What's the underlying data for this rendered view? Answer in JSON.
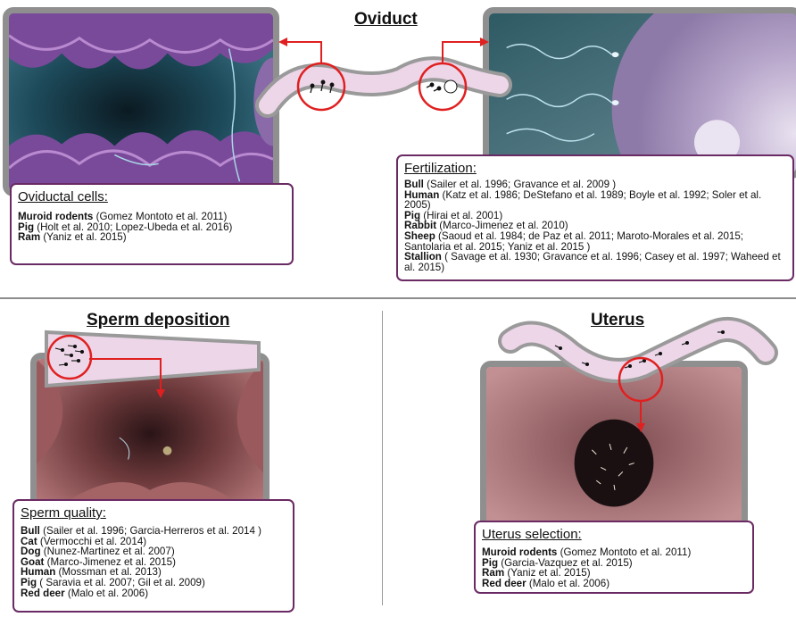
{
  "titles": {
    "oviduct": "Oviduct",
    "sperm_deposition": "Sperm deposition",
    "uterus": "Uterus"
  },
  "boxes": {
    "oviductal_cells": {
      "heading": "Oviductal cells:",
      "entries": [
        {
          "species": "Muroid rodents",
          "refs": " (Gomez Montoto et al. 2011)"
        },
        {
          "species": "Pig",
          "refs": " (Holt et al. 2010; Lopez-Ubeda et al. 2016)"
        },
        {
          "species": "Ram",
          "refs": " (Yaniz et al. 2015)"
        }
      ]
    },
    "fertilization": {
      "heading": "Fertilization:",
      "entries": [
        {
          "species": "Bull",
          "refs": " (Sailer et al. 1996; Gravance et al. 2009 )"
        },
        {
          "species": "Human",
          "refs": " (Katz et al. 1986; DeStefano et al. 1989; Boyle et al. 1992; Soler et al. 2005)"
        },
        {
          "species": "Pig",
          "refs": " (Hirai et al. 2001)"
        },
        {
          "species": "Rabbit",
          "refs": " (Marco-Jimenez et al. 2010)"
        },
        {
          "species": "Sheep",
          "refs": " (Saoud et al. 1984; de Paz et al. 2011; Maroto-Morales et al. 2015; Santolaria et al. 2015; Yaniz et al. 2015 )"
        },
        {
          "species": "Stallion",
          "refs": " ( Savage et al. 1930; Gravance et al. 1996; Casey et al. 1997; Waheed et al. 2015)"
        }
      ]
    },
    "sperm_quality": {
      "heading": "Sperm quality:",
      "entries": [
        {
          "species": "Bull",
          "refs": " (Sailer et al. 1996; Garcia-Herreros et al. 2014 )"
        },
        {
          "species": "Cat",
          "refs": " (Vermocchi et al. 2014)"
        },
        {
          "species": "Dog",
          "refs": " (Nunez-Martinez et al. 2007)"
        },
        {
          "species": "Goat",
          "refs": " (Marco-Jimenez et al. 2015)"
        },
        {
          "species": "Human",
          "refs": " (Mossman et al. 2013)"
        },
        {
          "species": "Pig",
          "refs": " ( Saravia et al. 2007; Gil et al. 2009)"
        },
        {
          "species": "Red deer",
          "refs": " (Malo et al. 2006)"
        }
      ]
    },
    "uterus_selection": {
      "heading": "Uterus selection:",
      "entries": [
        {
          "species": "Muroid rodents",
          "refs": " (Gomez Montoto et al. 2011)"
        },
        {
          "species": "Pig",
          "refs": " (Garcia-Vazquez et al. 2015)"
        },
        {
          "species": "Ram",
          "refs": " (Yaniz et al. 2015)"
        },
        {
          "species": "Red deer",
          "refs": " (Malo et al. 2006)"
        }
      ]
    }
  },
  "colors": {
    "box_border": "#6a2a63",
    "arrow": "#e02020",
    "tube_fill": "#ecd6e8",
    "tube_edge": "#9a9a9a",
    "frame": "#8f8f8f"
  }
}
